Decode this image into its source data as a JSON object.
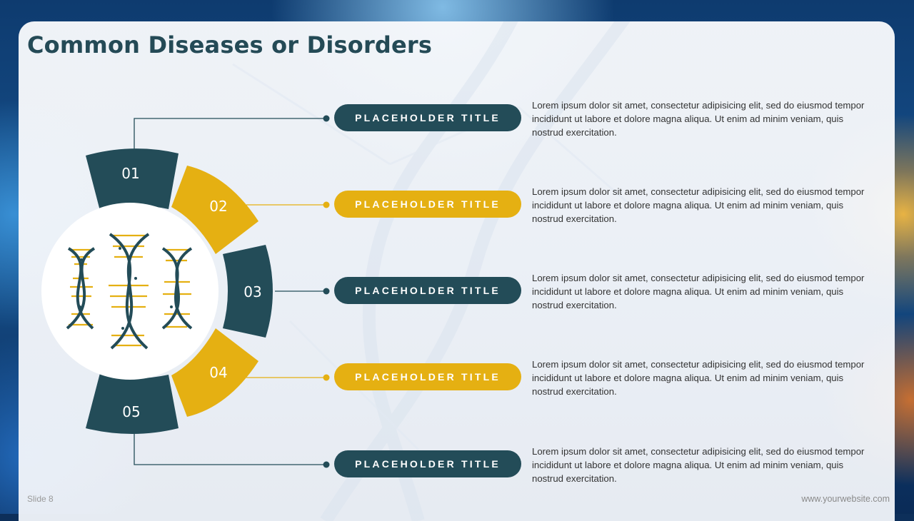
{
  "slide": {
    "title": "Common Diseases or Disorders",
    "footer_left": "Slide 8",
    "footer_right": "www.yourwebsite.com"
  },
  "colors": {
    "dark": "#234c58",
    "gold": "#e5b012",
    "title": "#244a56"
  },
  "icons": {
    "center": "dna-icon"
  },
  "items": [
    {
      "number": "01",
      "title": "PLACEHOLDER TITLE",
      "color": "dark",
      "text": "Lorem ipsum dolor sit amet, consectetur adipisicing elit, sed do eiusmod tempor incididunt ut labore et dolore magna aliqua. Ut enim ad minim veniam, quis nostrud exercitation."
    },
    {
      "number": "02",
      "title": "PLACEHOLDER TITLE",
      "color": "gold",
      "text": "Lorem ipsum dolor sit amet, consectetur adipisicing elit, sed do eiusmod tempor incididunt ut labore et dolore magna aliqua. Ut enim ad minim veniam, quis nostrud exercitation."
    },
    {
      "number": "03",
      "title": "PLACEHOLDER TITLE",
      "color": "dark",
      "text": "Lorem ipsum dolor sit amet, consectetur adipisicing elit, sed do eiusmod tempor incididunt ut labore et dolore magna aliqua. Ut enim ad minim veniam, quis nostrud exercitation."
    },
    {
      "number": "04",
      "title": "PLACEHOLDER TITLE",
      "color": "gold",
      "text": "Lorem ipsum dolor sit amet, consectetur adipisicing elit, sed do eiusmod tempor incididunt ut labore et dolore magna aliqua. Ut enim ad minim veniam, quis nostrud exercitation."
    },
    {
      "number": "05",
      "title": "PLACEHOLDER TITLE",
      "color": "dark",
      "text": "Lorem ipsum dolor sit amet, consectetur adipisicing elit, sed do eiusmod tempor incididunt ut labore et dolore magna aliqua. Ut enim ad minim veniam, quis nostrud exercitation."
    }
  ]
}
